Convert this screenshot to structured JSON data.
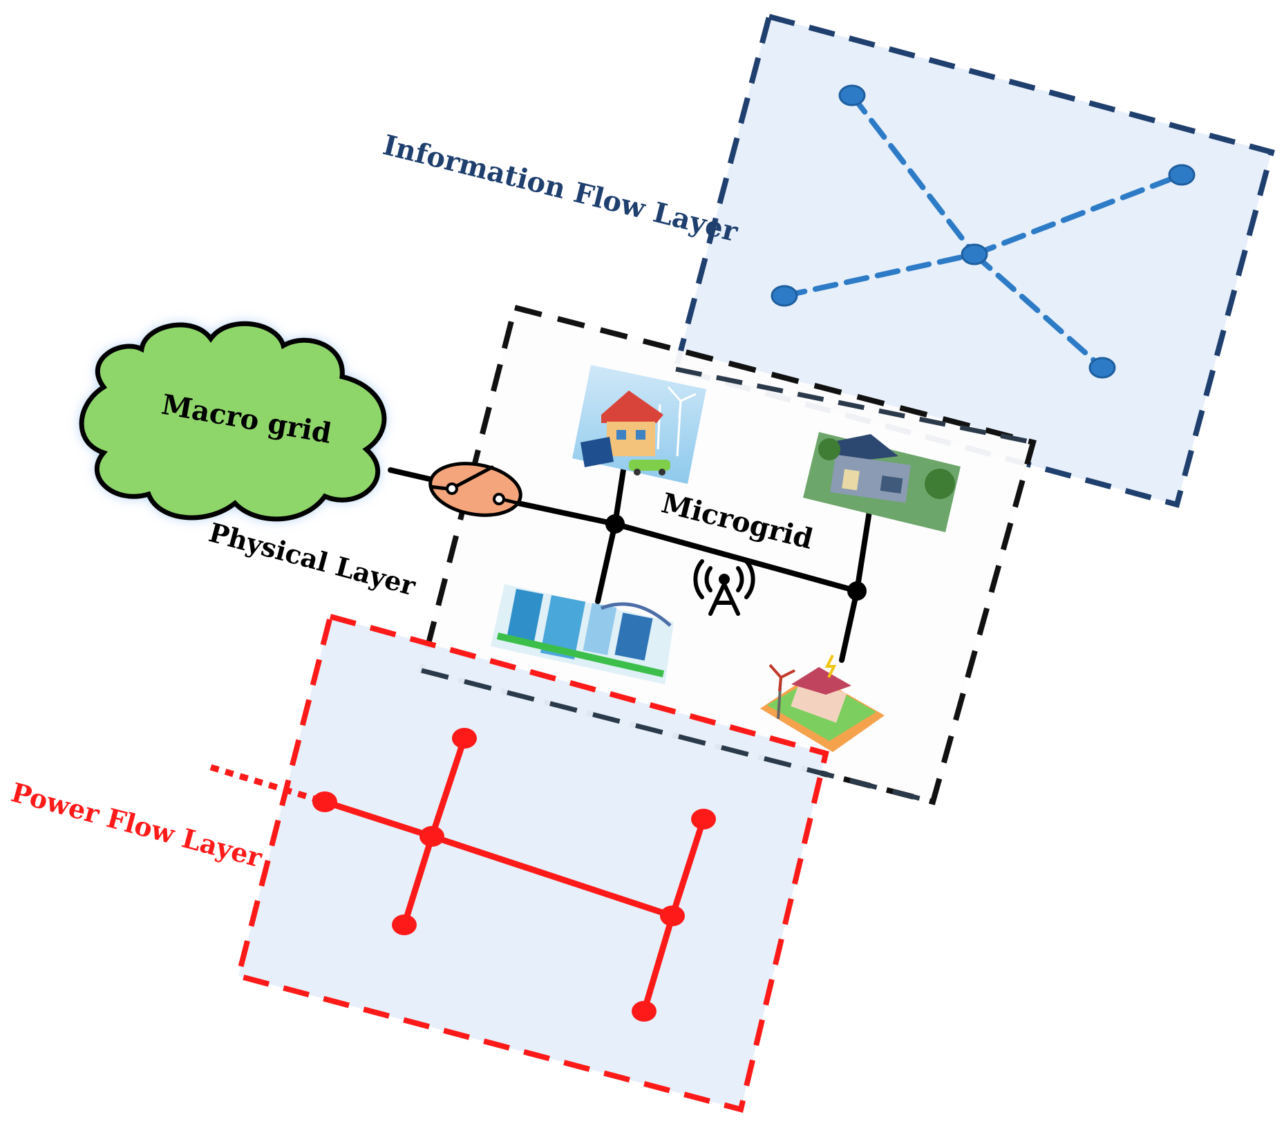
{
  "labels": {
    "information_layer": "Information Flow Layer",
    "physical_layer": "Physical Layer",
    "power_layer": "Power Flow Layer",
    "microgrid": "Microgrid",
    "macro_grid": "Macro grid"
  },
  "colors": {
    "information": "#1f3f6e",
    "information_link": "#2d7bc7",
    "power": "#ff1a1a",
    "physical": "#111111",
    "layer_fill": "#e6effa",
    "cloud_fill": "#8fd66a",
    "cloud_glow": "#9bc3f2",
    "switch_fill": "#f4a57b"
  },
  "icons": {
    "switch": "circuit-breaker-switch-icon",
    "antenna": "wireless-antenna-icon",
    "loads": [
      "house-wind-solar-ev-icon",
      "modern-house-icon",
      "city-buildings-icon",
      "house-wind-turbine-icon"
    ]
  }
}
